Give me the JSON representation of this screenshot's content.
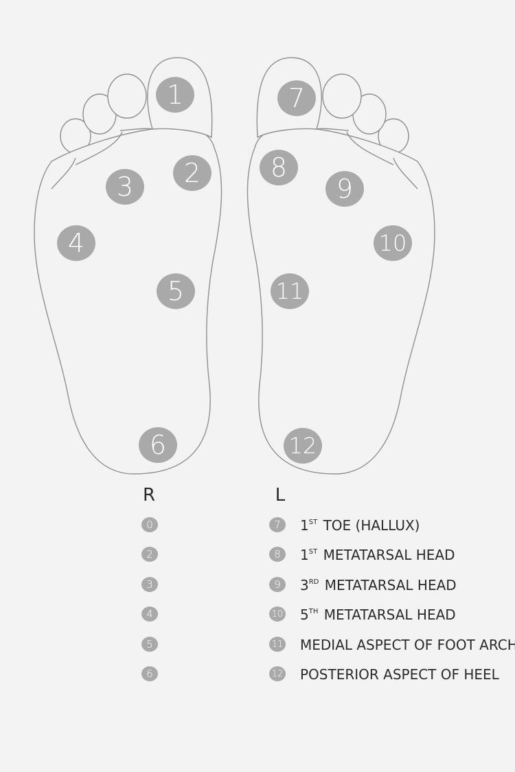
{
  "colors": {
    "marker": "#a9a9a9",
    "outline": "#8f8f8f",
    "background": "#f3f3f3",
    "text": "#2a2a2a"
  },
  "right_foot": {
    "markers": [
      "1",
      "2",
      "3",
      "4",
      "5",
      "6"
    ]
  },
  "left_foot": {
    "markers": [
      "7",
      "8",
      "9",
      "10",
      "11",
      "12"
    ]
  },
  "legend": {
    "right_header": "R",
    "left_header": "L",
    "right_items": [
      "0",
      "2",
      "3",
      "4",
      "5",
      "6"
    ],
    "left_items": [
      {
        "num": "7",
        "base": "1",
        "sup": "ST",
        "text": "TOE (HALLUX)"
      },
      {
        "num": "8",
        "base": "1",
        "sup": "ST",
        "text": "METATARSAL HEAD"
      },
      {
        "num": "9",
        "base": "3",
        "sup": "RD",
        "text": "METATARSAL HEAD"
      },
      {
        "num": "10",
        "base": "5",
        "sup": "TH",
        "text": "METATARSAL HEAD"
      },
      {
        "num": "11",
        "base": "",
        "sup": "",
        "text": "MEDIAL ASPECT OF FOOT ARCH"
      },
      {
        "num": "12",
        "base": "",
        "sup": "",
        "text": "POSTERIOR ASPECT OF HEEL"
      }
    ]
  }
}
